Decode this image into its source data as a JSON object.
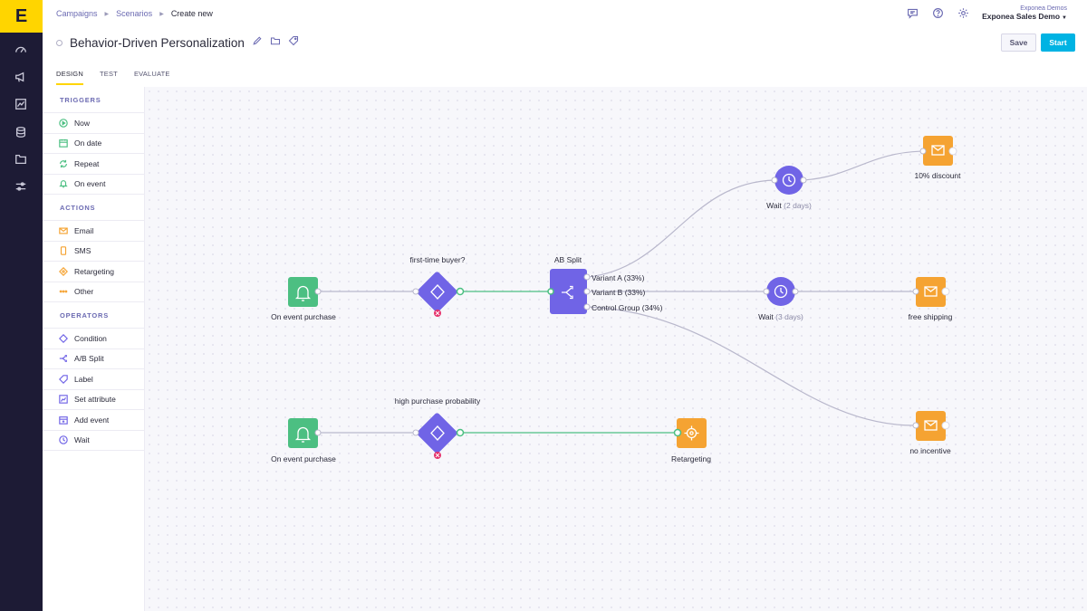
{
  "app": {
    "logo_text": "E"
  },
  "sidebar": {
    "icons": [
      "dashboard-icon",
      "campaigns-icon",
      "analytics-icon",
      "data-icon",
      "assets-icon",
      "settings-icon"
    ]
  },
  "breadcrumb": [
    "Campaigns",
    "Scenarios",
    "Create new"
  ],
  "account": {
    "org": "Exponea Demos",
    "project": "Exponea Sales Demo"
  },
  "page": {
    "title": "Behavior-Driven Personalization"
  },
  "buttons": {
    "save": "Save",
    "start": "Start"
  },
  "tabs": [
    "DESIGN",
    "TEST",
    "EVALUATE"
  ],
  "palette": {
    "triggers_title": "TRIGGERS",
    "triggers": [
      "Now",
      "On date",
      "Repeat",
      "On event"
    ],
    "actions_title": "ACTIONS",
    "actions": [
      "Email",
      "SMS",
      "Retargeting",
      "Other"
    ],
    "operators_title": "OPERATORS",
    "operators": [
      "Condition",
      "A/B Split",
      "Label",
      "Set attribute",
      "Add event",
      "Wait"
    ]
  },
  "flow": {
    "trigger1": "On event purchase",
    "condition1": "first-time buyer?",
    "ab_split": "AB Split",
    "variant_a": "Variant A (33%)",
    "variant_b": "Variant B (33%)",
    "control_group": "Control Group (34%)",
    "wait1": "Wait",
    "wait1_detail": "(2 days)",
    "wait2": "Wait",
    "wait2_detail": "(3 days)",
    "email1": "10% discount",
    "email2": "free shipping",
    "email3": "no incentive",
    "trigger2": "On event purchase",
    "condition2": "high purchase probability",
    "retargeting": "Retargeting"
  },
  "colors": {
    "trigger": "#4cbf82",
    "operator": "#7064e6",
    "action": "#f5a332",
    "start_button": "#00b3e3",
    "logo": "#ffd500",
    "rail": "#1d1b35",
    "error": "#e5326b"
  }
}
